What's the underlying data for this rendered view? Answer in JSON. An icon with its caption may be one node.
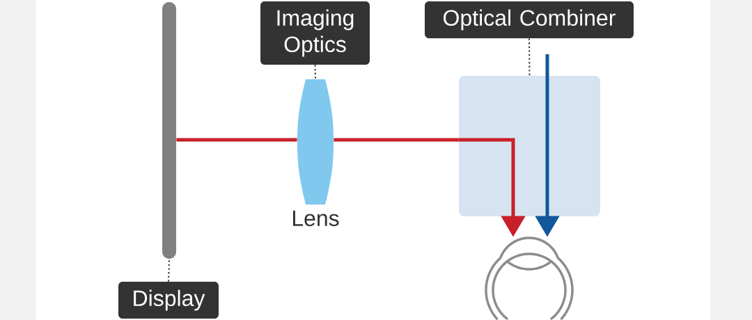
{
  "diagram": {
    "nodes": [
      {
        "text": [
          "Display"
        ]
      },
      {
        "text": [],
        "shape": "bar"
      },
      {
        "text": [
          "Imaging Optics"
        ]
      },
      {
        "text": [],
        "shape": "lens",
        "beside": [
          "Lens"
        ]
      },
      {
        "text": [
          "Optical Combiner"
        ]
      },
      {
        "text": [],
        "shape": "box"
      },
      {
        "text": [],
        "shape": "picture"
      }
    ],
    "edges": [
      {
        "from": 0,
        "to": 1,
        "arrow": "none",
        "style": "dashed"
      },
      {
        "from": 2,
        "to": 3,
        "arrow": "none",
        "style": "dashed"
      },
      {
        "from": 4,
        "to": 5,
        "arrow": "none",
        "style": "dashed"
      },
      {
        "from": 1,
        "to": 3,
        "arrow": "none",
        "color": "#c8202a"
      },
      {
        "from": 3,
        "to": 5,
        "arrow": "none",
        "color": "#c8202a"
      },
      {
        "from": 5,
        "to": 6,
        "arrow": "to",
        "color": "#c8202a"
      },
      {
        "from": null,
        "to": 6,
        "arrow": "to",
        "color": "#12579b"
      }
    ]
  }
}
